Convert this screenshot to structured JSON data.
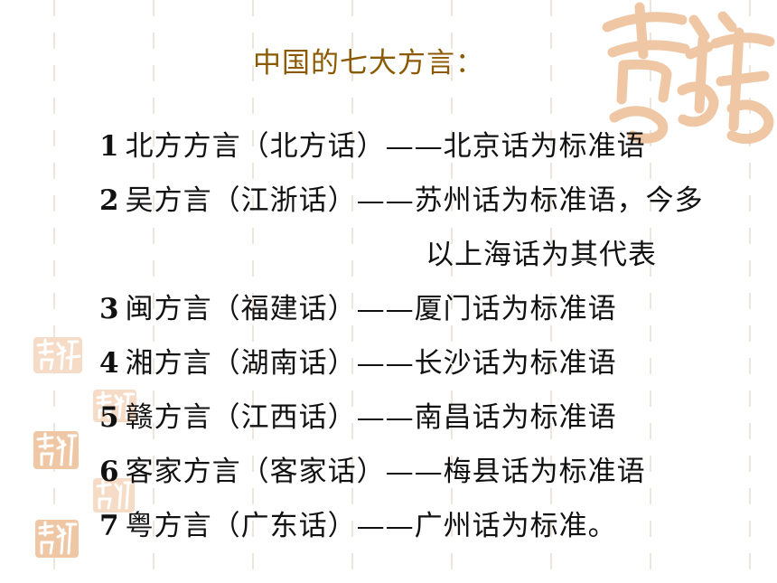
{
  "title": "中国的七大方言：",
  "lines": [
    {
      "num": "1",
      "text": "北方方言（北方话）——北京话为标准语"
    },
    {
      "num": "2",
      "text": "吴方言（江浙话）——苏州话为标准语，今多"
    },
    {
      "num": "",
      "text": "以上海话为其代表"
    },
    {
      "num": "3",
      "text": "闽方言（福建话）——厦门话为标准语"
    },
    {
      "num": "4",
      "text": "湘方言（湖南话）——长沙话为标准语"
    },
    {
      "num": "5",
      "text": "赣方言（江西话）——南昌话为标准语"
    },
    {
      "num": "6",
      "text": "客家方言（客家话）——梅县话为标准语"
    },
    {
      "num": "7",
      "text": "粤方言（广东话）——广州话为标准。"
    }
  ],
  "decor": {
    "seal_color": "#efc7a4",
    "seal_light": "#f6dcc6"
  }
}
